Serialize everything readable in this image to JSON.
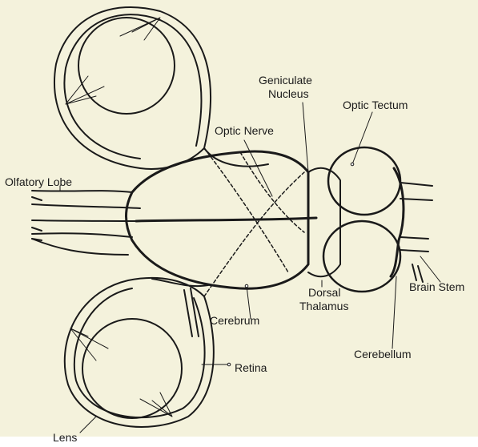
{
  "figure": {
    "background_color": "#f4f2dc",
    "ink_color": "#1a1a1a",
    "labels": {
      "olfactory_lobe": "Olfatory Lobe",
      "optic_nerve": "Optic Nerve",
      "geniculate_nucleus_line1": "Geniculate",
      "geniculate_nucleus_line2": "Nucleus",
      "optic_tectum": "Optic Tectum",
      "brain_stem": "Brain Stem",
      "cerebrum": "Cerebrum",
      "dorsal_thalamus_line1": "Dorsal",
      "dorsal_thalamus_line2": "Thalamus",
      "cerebellum": "Cerebellum",
      "retina": "Retina",
      "lens": "Lens"
    }
  }
}
